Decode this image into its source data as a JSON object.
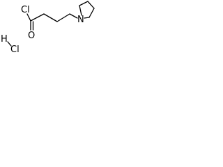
{
  "structure": {
    "atoms": {
      "acyl_chlorine": "Cl",
      "carbonyl_oxygen": "O",
      "ring_nitrogen": "N",
      "hcl_chlorine": "Cl",
      "hcl_hydrogen": "H"
    },
    "bond_color": "#000000",
    "background_color": "#ffffff"
  }
}
